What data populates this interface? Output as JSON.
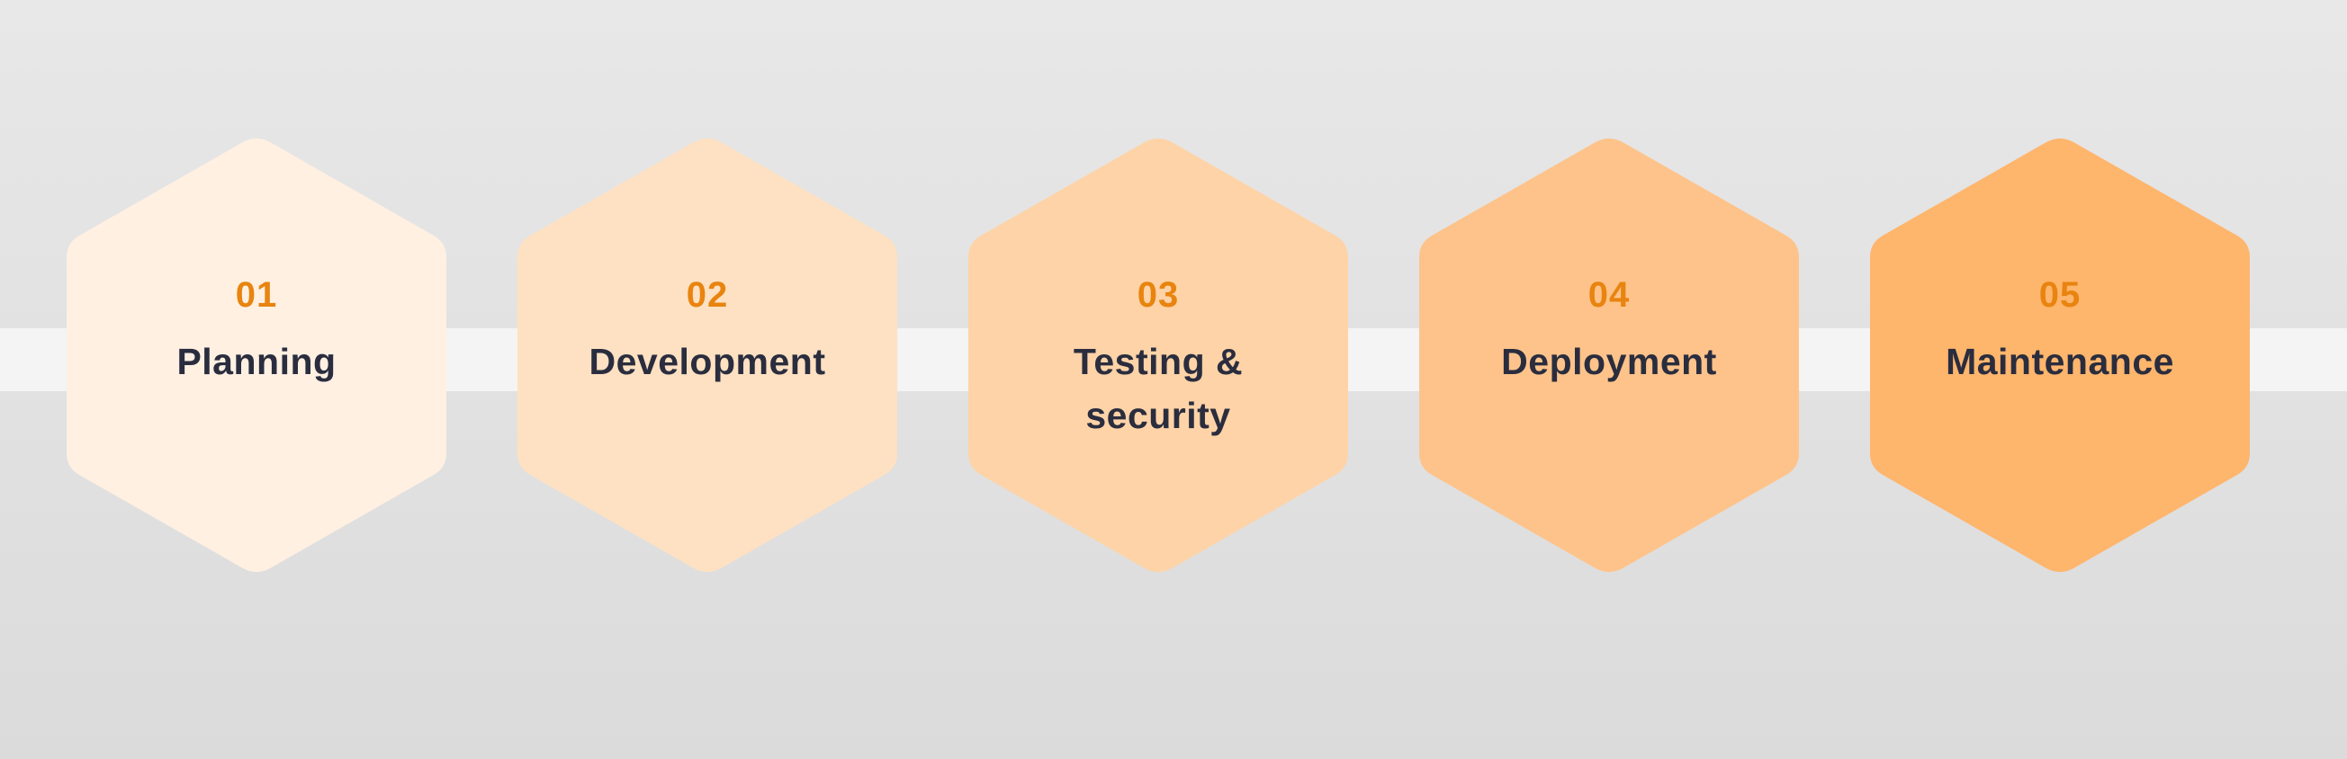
{
  "diagram": {
    "type": "process-steps",
    "layout": "horizontal hexagon sequence on a connecting band",
    "colors": {
      "background_top": "#e8e8e8",
      "background_bottom": "#dbdbdb",
      "band": "#f4f4f4",
      "number_text": "#e8840f",
      "label_text": "#2a2d3e"
    },
    "steps": [
      {
        "number": "01",
        "label": "Planning",
        "fill": "#fff0e2"
      },
      {
        "number": "02",
        "label": "Development",
        "fill": "#fee1c2"
      },
      {
        "number": "03",
        "label": "Testing & security",
        "fill": "#fed3a7"
      },
      {
        "number": "04",
        "label": "Deployment",
        "fill": "#fec38a"
      },
      {
        "number": "05",
        "label": "Maintenance",
        "fill": "#feb56c"
      }
    ]
  }
}
